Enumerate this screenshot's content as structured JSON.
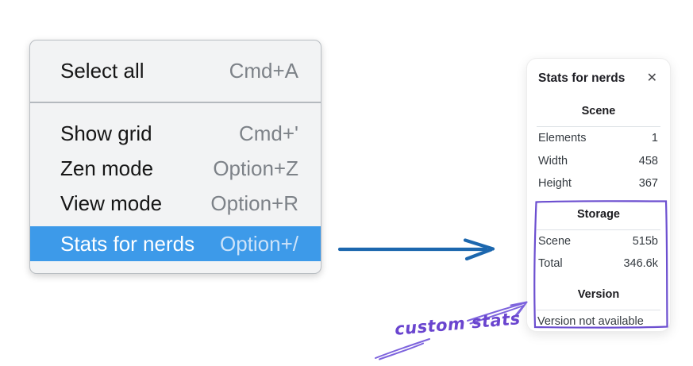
{
  "context_menu": {
    "items": [
      {
        "label": "Select all",
        "shortcut": "Cmd+A",
        "selected": false
      },
      {
        "label": "Show grid",
        "shortcut": "Cmd+'",
        "selected": false
      },
      {
        "label": "Zen mode",
        "shortcut": "Option+Z",
        "selected": false
      },
      {
        "label": "View mode",
        "shortcut": "Option+R",
        "selected": false
      },
      {
        "label": "Stats for nerds",
        "shortcut": "Option+/",
        "selected": true
      }
    ]
  },
  "stats_panel": {
    "title": "Stats for nerds",
    "close_glyph": "✕",
    "scene": {
      "title": "Scene",
      "rows": [
        {
          "label": "Elements",
          "value": "1"
        },
        {
          "label": "Width",
          "value": "458"
        },
        {
          "label": "Height",
          "value": "367"
        }
      ]
    },
    "storage": {
      "title": "Storage",
      "rows": [
        {
          "label": "Scene",
          "value": "515b"
        },
        {
          "label": "Total",
          "value": "346.6k"
        }
      ]
    },
    "version": {
      "title": "Version",
      "note": "Version not available"
    }
  },
  "annotation": {
    "label": "custom stats"
  },
  "colors": {
    "menu_highlight": "#3d9ae9",
    "menu_background": "#f2f3f4",
    "blue_arrow": "#1c67ae",
    "purple_box": "#6c4fd0",
    "purple_arrow": "#7d63dd",
    "handwriting_text": "#6a45cf"
  }
}
